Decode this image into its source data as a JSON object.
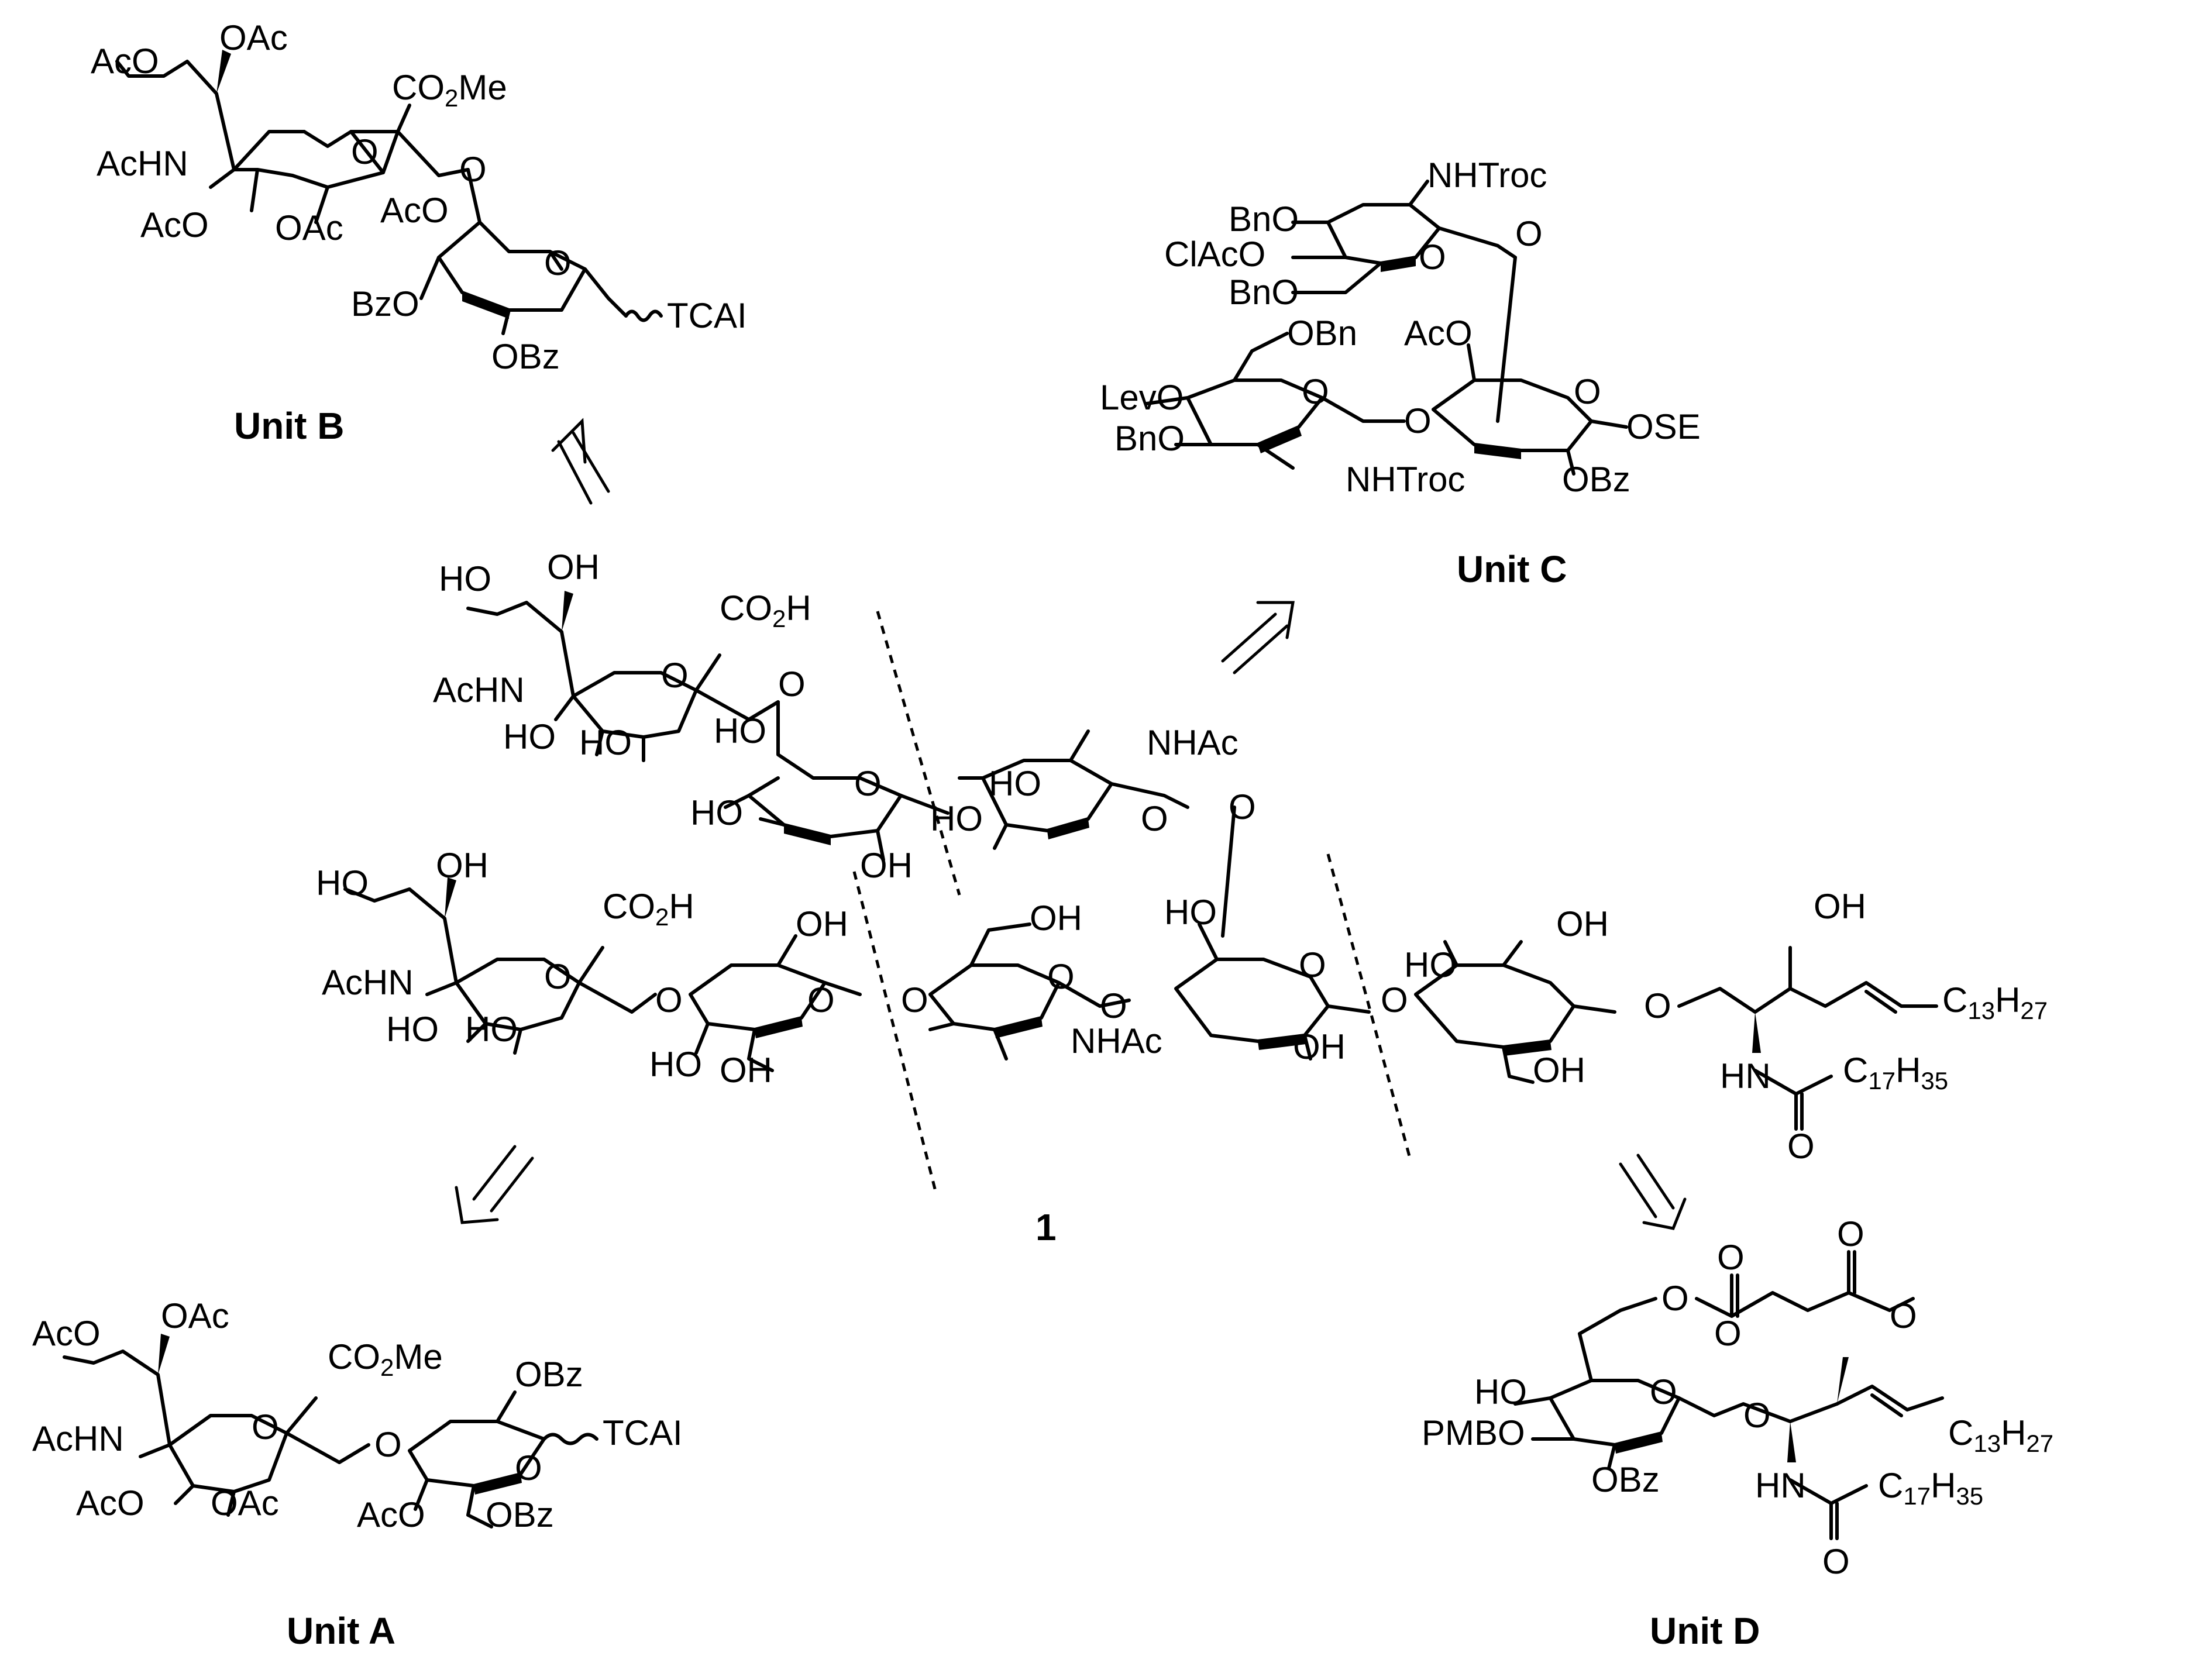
{
  "compound_number": "1",
  "units": {
    "A": "Unit A",
    "B": "Unit B",
    "C": "Unit C",
    "D": "Unit D"
  },
  "unit_b_labels": [
    "AcO",
    "OAc",
    "CO2Me",
    "AcHN",
    "O",
    "O",
    "AcO",
    "OAc",
    "AcO",
    "O",
    "BzO",
    "TCAI",
    "OBz"
  ],
  "unit_c_labels": [
    "NHTroc",
    "BnO",
    "ClAcO",
    "O",
    "O",
    "BnO",
    "OBn",
    "AcO",
    "LevO",
    "O",
    "O",
    "BnO",
    "O",
    "OSE",
    "NHTroc",
    "OBz"
  ],
  "compound1_labels": [
    "HO",
    "OH",
    "CO2H",
    "O",
    "AcHN",
    "HO",
    "HO",
    "O",
    "HO",
    "O",
    "NHAc",
    "HO",
    "O",
    "O",
    "HO",
    "OH",
    "HO",
    "OH",
    "CO2H",
    "O",
    "HO",
    "O",
    "AcHN",
    "O",
    "O",
    "O",
    "OH",
    "HO",
    "OH",
    "HO",
    "O",
    "O",
    "O",
    "HO",
    "OH",
    "OH",
    "O",
    "C13H27",
    "HO",
    "HO",
    "OH",
    "NHAc",
    "OH",
    "OH",
    "HN",
    "C17H35",
    "O"
  ],
  "unit_a_labels": [
    "AcO",
    "OAc",
    "CO2Me",
    "OBz",
    "AcHN",
    "O",
    "O",
    "TCAI",
    "O",
    "AcO",
    "OAc",
    "AcO",
    "OBz"
  ],
  "unit_d_labels": [
    "O",
    "O",
    "O",
    "O",
    "O",
    "HO",
    "O",
    "PMBO",
    "O",
    "C13H27",
    "OBz",
    "HN",
    "C17H35",
    "O"
  ]
}
